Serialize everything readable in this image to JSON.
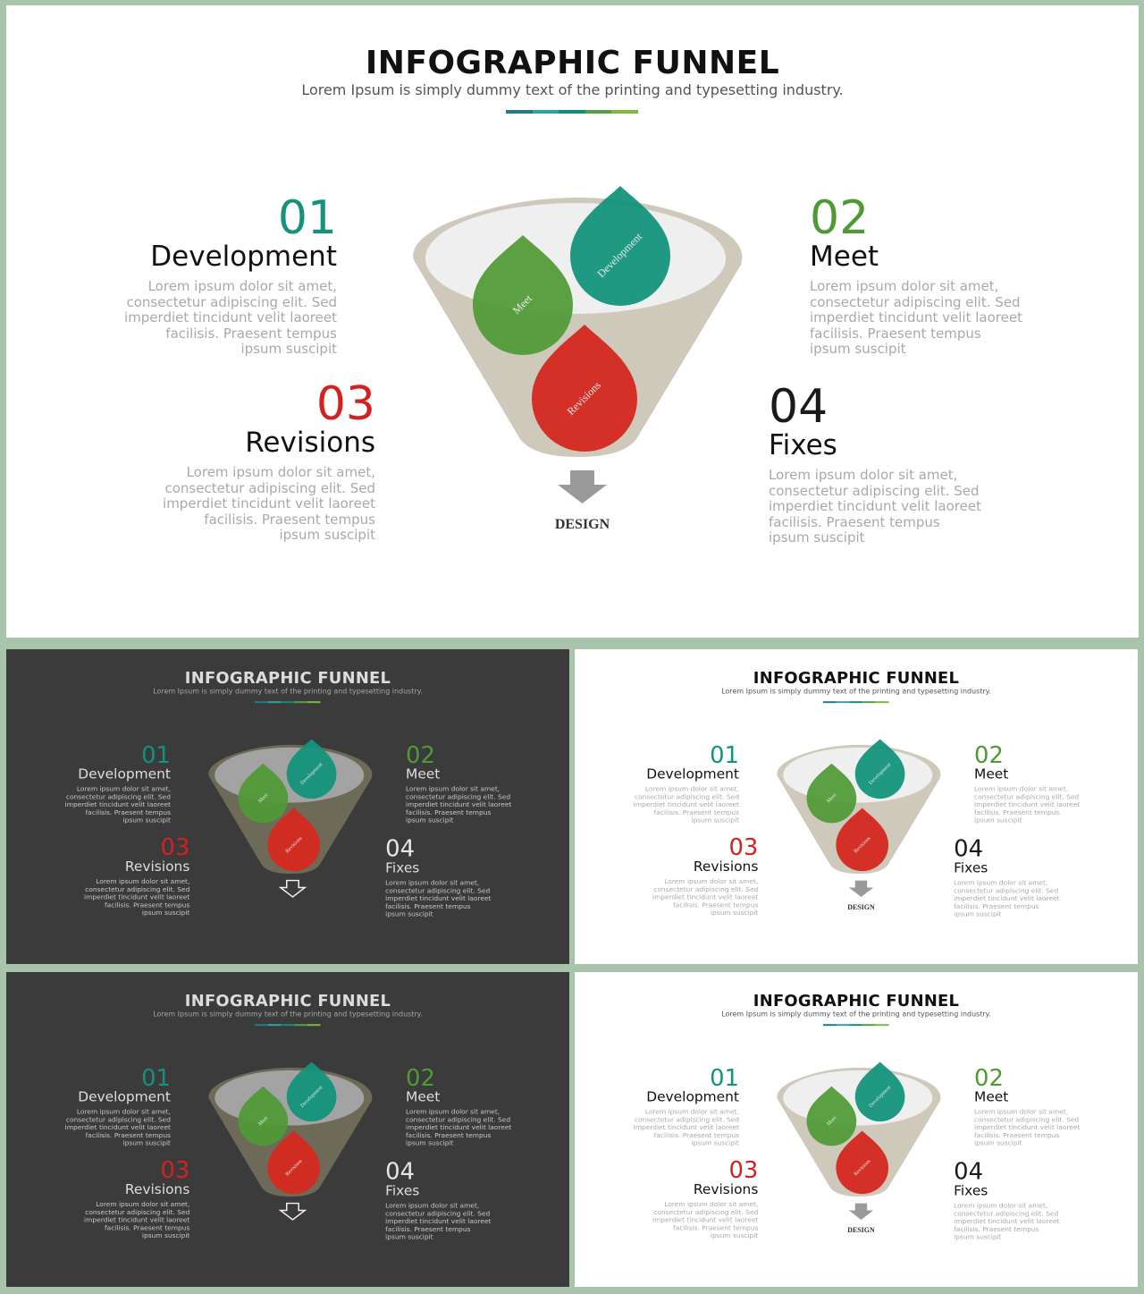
{
  "title": "INFOGRAPHIC FUNNEL",
  "subtitle": "Lorem Ipsum is simply dummy text of the printing and typesetting industry.",
  "underline_colors": [
    "#1c7c8c",
    "#2aa6a2",
    "#0e8e7a",
    "#4fa23d",
    "#7cbb3a"
  ],
  "bottom_label": "DESIGN",
  "steps": [
    {
      "number": "01",
      "heading": "Development",
      "color": "#13937a",
      "body": "Lorem ipsum dolor sit amet, consectetur adipiscing elit. Sed imperdiet tincidunt velit laoreet facilisis. Praesent tempus ipsum suscipit"
    },
    {
      "number": "02",
      "heading": "Meet",
      "color": "#4e9a35",
      "body": "Lorem ipsum dolor sit amet, consectetur adipiscing elit. Sed imperdiet tincidunt velit laoreet facilisis. Praesent tempus ipsum suscipit"
    },
    {
      "number": "03",
      "heading": "Revisions",
      "color": "#d42020",
      "body": "Lorem ipsum dolor sit amet, consectetur adipiscing elit. Sed imperdiet tincidunt velit laoreet facilisis. Praesent tempus ipsum suscipit"
    },
    {
      "number": "04",
      "heading": "Fixes",
      "color": "#1a1a1a",
      "body": "Lorem ipsum dolor sit amet, consectetur adipiscing elit. Sed imperdiet tincidunt velit laoreet facilisis. Praesent tempus ipsum suscipit"
    }
  ],
  "drops": {
    "development": "Development",
    "meet": "Meet",
    "revisions": "Revisions"
  },
  "slides": [
    {
      "theme": "light"
    },
    {
      "theme": "dark"
    },
    {
      "theme": "light"
    },
    {
      "theme": "dark"
    },
    {
      "theme": "light"
    }
  ]
}
